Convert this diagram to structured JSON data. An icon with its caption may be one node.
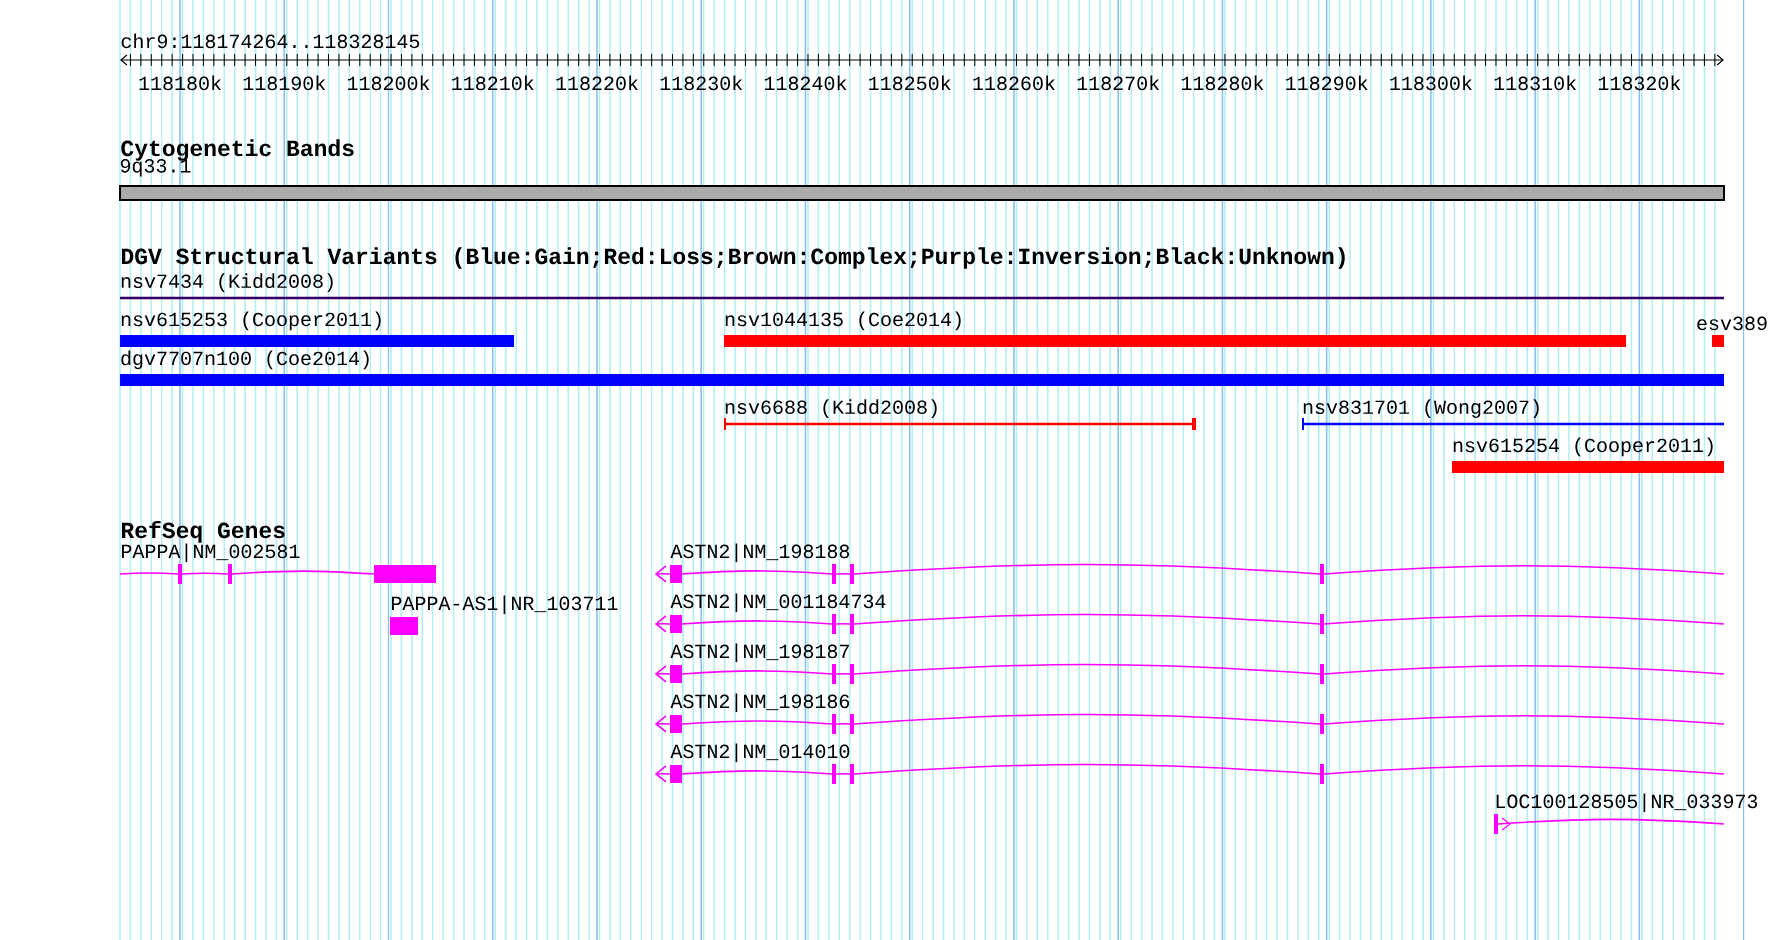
{
  "diagram": {
    "nodes": [
      {
        "text": [
          "9q33.1"
        ]
      },
      {
        "text": [
          "nsv7434 (Kidd2008)"
        ]
      },
      {
        "text": [
          "nsv615253 (Cooper2011)"
        ]
      },
      {
        "text": [
          "nsv1044135 (Coe2014)"
        ]
      },
      {
        "text": [
          "esv389"
        ]
      },
      {
        "text": [
          "dgv7707n100 (Coe2014)"
        ]
      },
      {
        "text": [
          "nsv6688 (Kidd2008)"
        ]
      },
      {
        "text": [
          "nsv831701 (Wong2007)"
        ]
      },
      {
        "text": [
          "nsv615254 (Cooper2011)"
        ]
      },
      {
        "text": [
          "PAPPA|NM_002581"
        ]
      },
      {
        "text": [
          "PAPPA-AS1|NR_103711"
        ]
      },
      {
        "text": [
          "ASTN2|NM_198188"
        ]
      },
      {
        "text": [
          "ASTN2|NM_001184734"
        ]
      },
      {
        "text": [
          "ASTN2|NM_198187"
        ]
      },
      {
        "text": [
          "ASTN2|NM_198186"
        ]
      },
      {
        "text": [
          "ASTN2|NM_014010"
        ]
      },
      {
        "text": [
          "LOC100128505|NR_033973"
        ]
      }
    ],
    "labels": [
      "chr9:118174264..118328145",
      "118180k",
      "118190k",
      "118200k",
      "118210k",
      "118220k",
      "118230k",
      "118240k",
      "118250k",
      "118260k",
      "118270k",
      "118280k",
      "118290k",
      "118300k",
      "118310k",
      "118320k",
      "Cytogenetic Bands",
      "DGV Structural Variants (Blue:Gain;Red:Loss;Brown:Complex;Purple:Inversion;Black:Unknown)",
      "RefSeq Genes"
    ]
  }
}
